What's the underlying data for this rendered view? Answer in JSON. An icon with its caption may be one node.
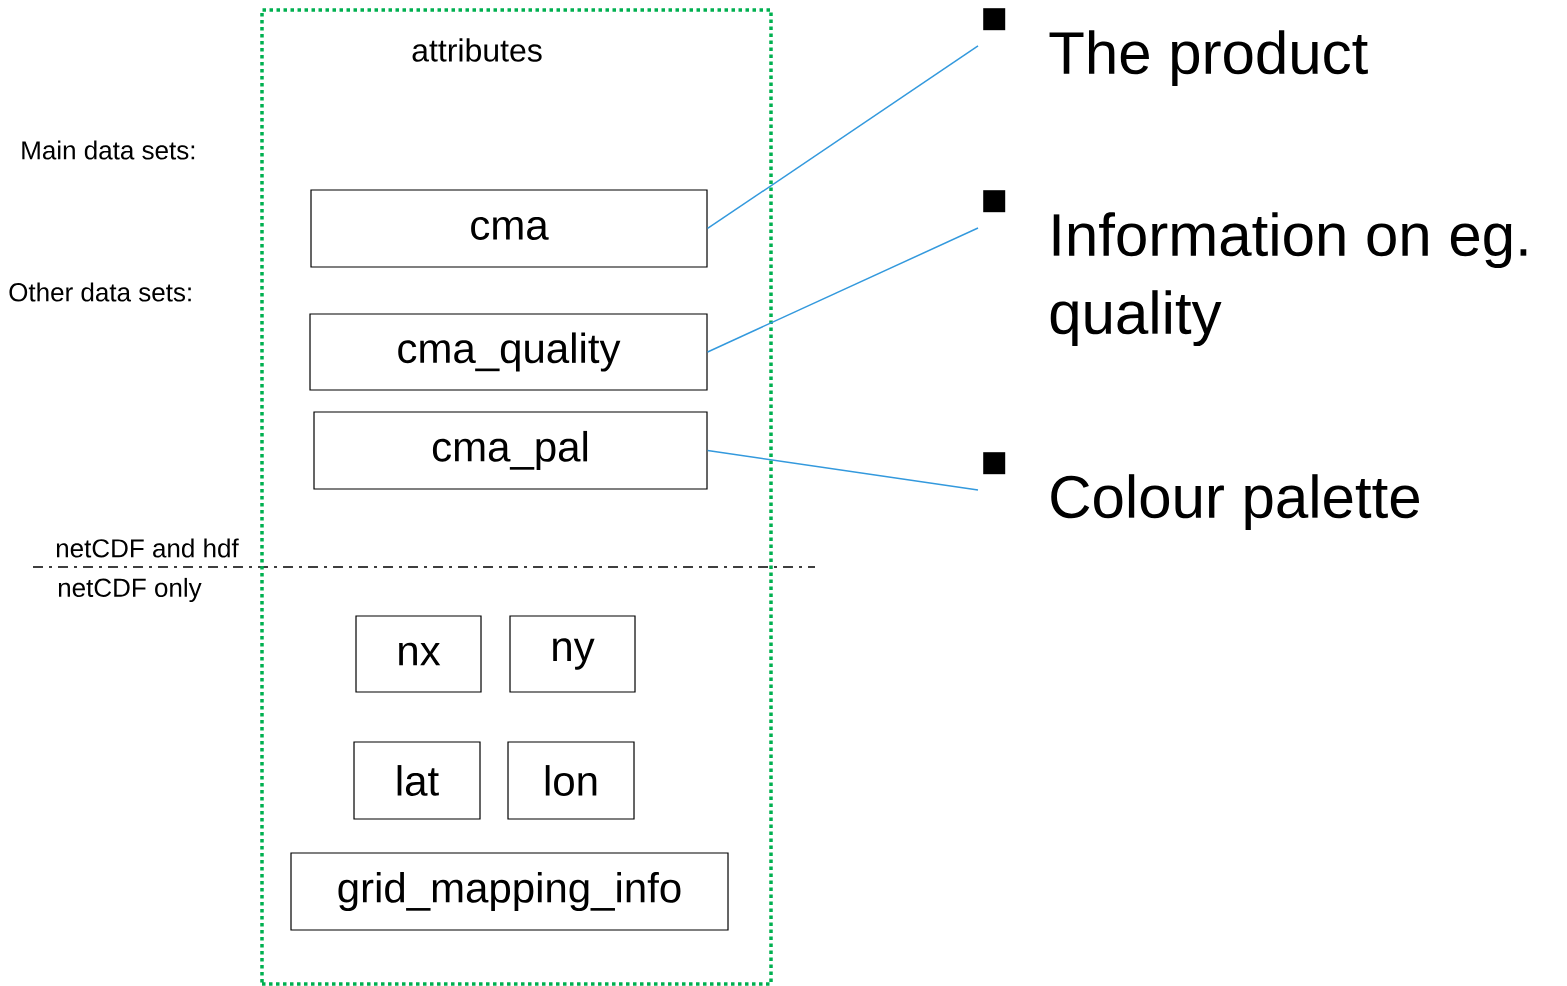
{
  "diagram": {
    "nodes": [
      {
        "text": [
          "attributes"
        ]
      },
      {
        "text": [
          "cma"
        ],
        "in": 0
      },
      {
        "text": [
          "cma_quality"
        ],
        "in": 0
      },
      {
        "text": [
          "cma_pal"
        ],
        "in": 0
      },
      {
        "text": [
          "nx"
        ],
        "in": 0
      },
      {
        "text": [
          "ny"
        ],
        "in": 0
      },
      {
        "text": [
          "lat"
        ],
        "in": 0
      },
      {
        "text": [
          "lon"
        ],
        "in": 0
      },
      {
        "text": [
          "grid_mapping_info"
        ],
        "in": 0
      },
      {
        "text": [
          "The product"
        ]
      },
      {
        "text": [
          "Information on eg. quality"
        ]
      },
      {
        "text": [
          "Colour palette"
        ]
      }
    ],
    "edges": [
      {
        "from": 1,
        "to": 9,
        "arrow": "none"
      },
      {
        "from": 2,
        "to": 10,
        "arrow": "none"
      },
      {
        "from": 3,
        "to": 11,
        "arrow": "none"
      }
    ],
    "labels": [
      "Main data sets:",
      "Other data sets:",
      "netCDF and hdf",
      "netCDF only"
    ]
  }
}
